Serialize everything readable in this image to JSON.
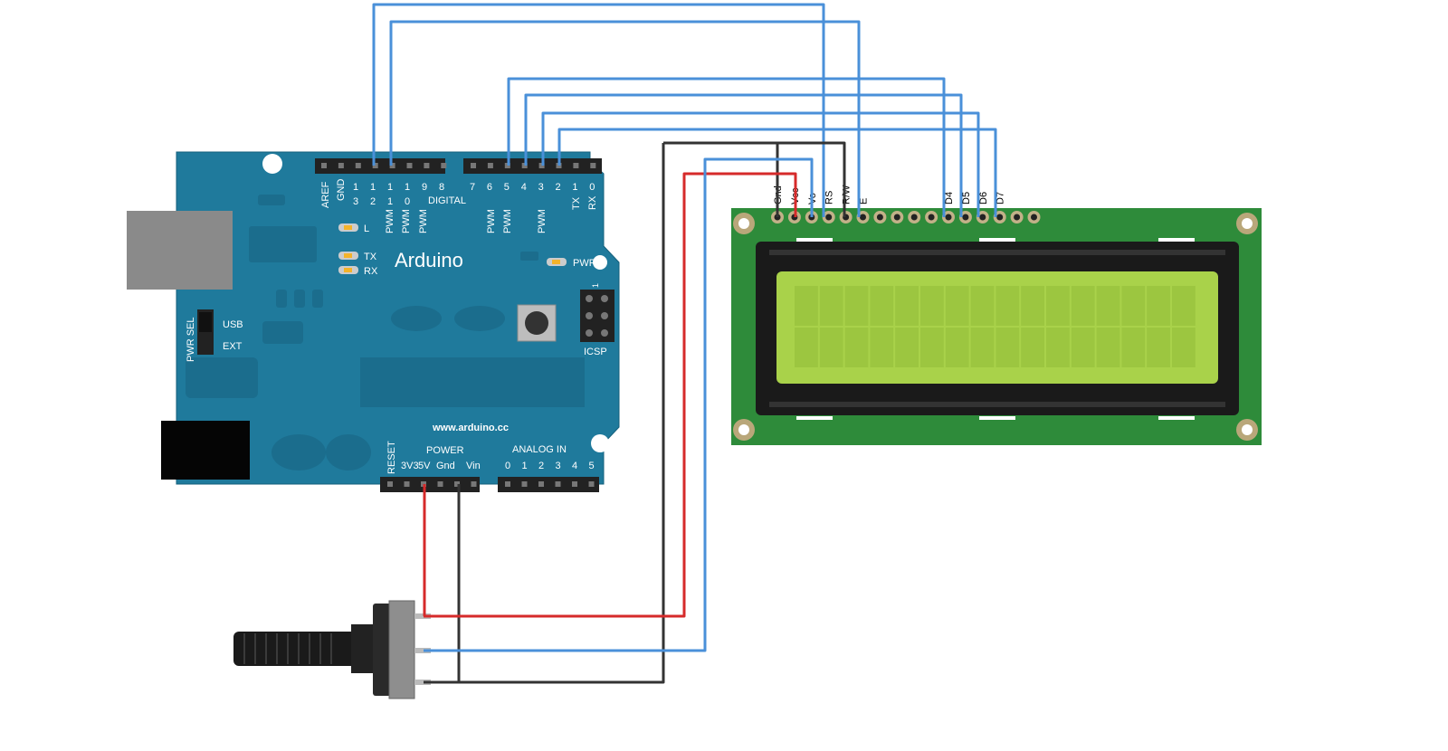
{
  "colors": {
    "board": "#1f7a9c",
    "board_dark": "#16627f",
    "header": "#222222",
    "lcd_pcb": "#2e8b3a",
    "lcd_bezel": "#1a1a1a",
    "lcd_screen": "#a9d24a",
    "wire_blue": "#4a90d9",
    "wire_red": "#d62a2a",
    "wire_black": "#333333",
    "usb": "#8a8a8a",
    "led": "#f4b32a"
  },
  "arduino": {
    "name": "Arduino",
    "url": "www.arduino.cc",
    "digital_label": "DIGITAL",
    "aref": "AREF",
    "gnd": "GND",
    "digital_pins_left": [
      "13",
      "12",
      "11",
      "10",
      "9",
      "8"
    ],
    "digital_pins_right": [
      "7",
      "6",
      "5",
      "4",
      "3",
      "2",
      "1",
      "0"
    ],
    "pwm": "PWM",
    "tx": "TX",
    "rx": "RX",
    "led_l": "L",
    "pwr": "PWR",
    "pwr_sel": "PWR SEL",
    "usb": "USB",
    "ext": "EXT",
    "icsp": "ICSP",
    "icsp_pin1": "1",
    "reset": "RESET",
    "power_label": "POWER",
    "power_pins": [
      "3V3",
      "5V",
      "Gnd",
      "Vin"
    ],
    "analog_label": "ANALOG IN",
    "analog_pins": [
      "0",
      "1",
      "2",
      "3",
      "4",
      "5"
    ]
  },
  "lcd": {
    "pin_labels": [
      "Gnd",
      "Vcc",
      "Vo",
      "RS",
      "R/W",
      "E",
      "",
      "",
      "",
      "",
      "D4",
      "D5",
      "D6",
      "D7",
      "",
      ""
    ],
    "columns": 16,
    "rows": 2
  }
}
